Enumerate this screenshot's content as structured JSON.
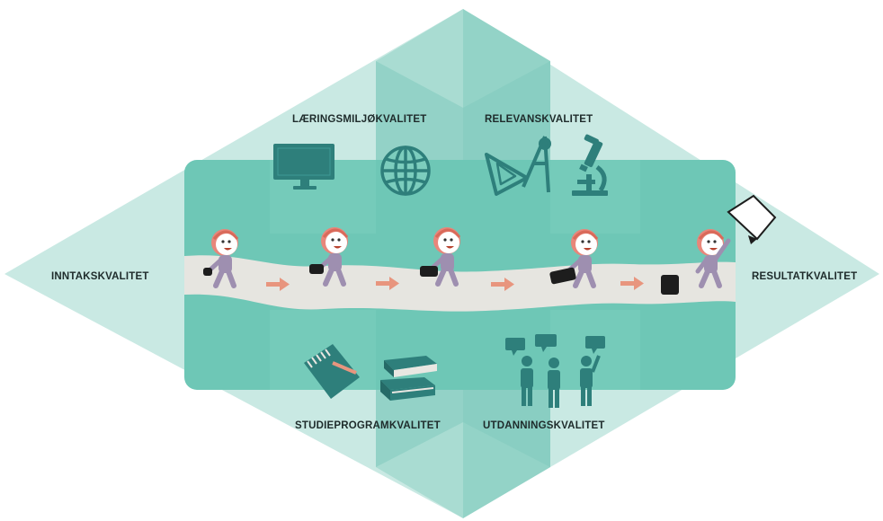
{
  "colors": {
    "diamond_light": "#c8e8e2",
    "hex_mid": "#9fd8cd",
    "hex_dark": "#7ccbbd",
    "band": "#6ec7b6",
    "path": "#e5e4df",
    "icon": "#2e7f7b",
    "arrow": "#e8957e",
    "person": "#9e8fb0",
    "hair": "#e8867a",
    "bag": "#1d1d1d"
  },
  "labels": {
    "inntak": "INNTAKSKVALITET",
    "laeringsmiljo": "LÆRINGSMILJØKVALITET",
    "relevans": "RELEVANSKVALITET",
    "resultat": "RESULTATKVALITET",
    "studieprogram": "STUDIEPROGRAMKVALITET",
    "utdanning": "UTDANNINGSKVALITET"
  },
  "icons": {
    "top_left": [
      "monitor-icon",
      "globe-icon"
    ],
    "top_right": [
      "drafting-compass-icon",
      "microscope-icon"
    ],
    "bottom_left": [
      "notebook-icon",
      "books-icon"
    ],
    "bottom_right": [
      "discussion-people-icon"
    ]
  },
  "journey": {
    "figures": [
      "student-figure-1",
      "student-figure-2",
      "student-figure-3",
      "student-figure-4",
      "student-figure-5"
    ],
    "arrows": 4,
    "final_item": "diploma-icon"
  }
}
